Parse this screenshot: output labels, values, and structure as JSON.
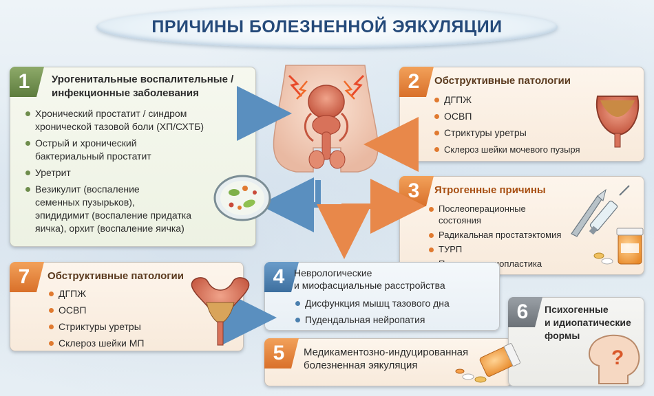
{
  "title": "ПРИЧИНЫ БОЛЕЗНЕННОЙ ЭЯКУЛЯЦИИ",
  "cards": {
    "c1": {
      "number": "1",
      "title_line1": "Урогенитальные воспалительные /",
      "title_line2": "инфекционные заболевания",
      "items": [
        [
          "Хронический простатит / синдром",
          "хронической тазовой боли (ХП/СХТБ)"
        ],
        [
          "Острый и хронический",
          "бактериальный простатит"
        ],
        [
          "Уретрит"
        ],
        [
          "Везикулит (воспаление",
          "семенных пузырьков),",
          "эпидидимит (воспаление придатка",
          "яичка), орхит (воспаление яичка)"
        ]
      ]
    },
    "c2": {
      "number": "2",
      "title": "Обструктивные патологии",
      "items": [
        "ДГПЖ",
        "ОСВП",
        "Стриктуры уретры",
        "Склероз шейки мочевого пузыря"
      ]
    },
    "c3": {
      "number": "3",
      "title": "Ятрогенные причины",
      "items": [
        [
          "Послеоперационные",
          "состояния"
        ],
        [
          "Радикальная простатэктомия"
        ],
        [
          "ТУРП"
        ],
        [
          "Паховая герниопластика"
        ]
      ]
    },
    "c4": {
      "number": "4",
      "title_line1": "Неврологические",
      "title_line2": "и миофасциальные расстройства",
      "items": [
        "Дисфункция мышц тазового дна",
        "Пудендальная нейропатия"
      ]
    },
    "c5": {
      "number": "5",
      "title_line1": "Медикаментозно-индуцированная",
      "title_line2": "болезненная эякуляция"
    },
    "c6": {
      "number": "6",
      "title_line1": "Психогенные",
      "title_line2": "и идиопатические",
      "title_line3": "формы",
      "icon_text": "?"
    },
    "c7": {
      "number": "7",
      "title": "Обструктивные патологии",
      "items": [
        "ДГПЖ",
        "ОСВП",
        "Стриктуры уретры",
        "Склероз шейки МП"
      ]
    }
  },
  "colors": {
    "green": "#6e8c4c",
    "orange": "#e07a30",
    "blue": "#4a7fae",
    "gray": "#7a8086",
    "arrow_blue": "#5a8fbf",
    "arrow_orange": "#e8884a"
  },
  "icons": [
    "anatomy-icon",
    "microbe-dish-icon",
    "bladder-icon",
    "scalpel-icon",
    "syringe-icon",
    "pill-bottle-icon",
    "uterus-bladder-icon",
    "head-question-icon"
  ]
}
